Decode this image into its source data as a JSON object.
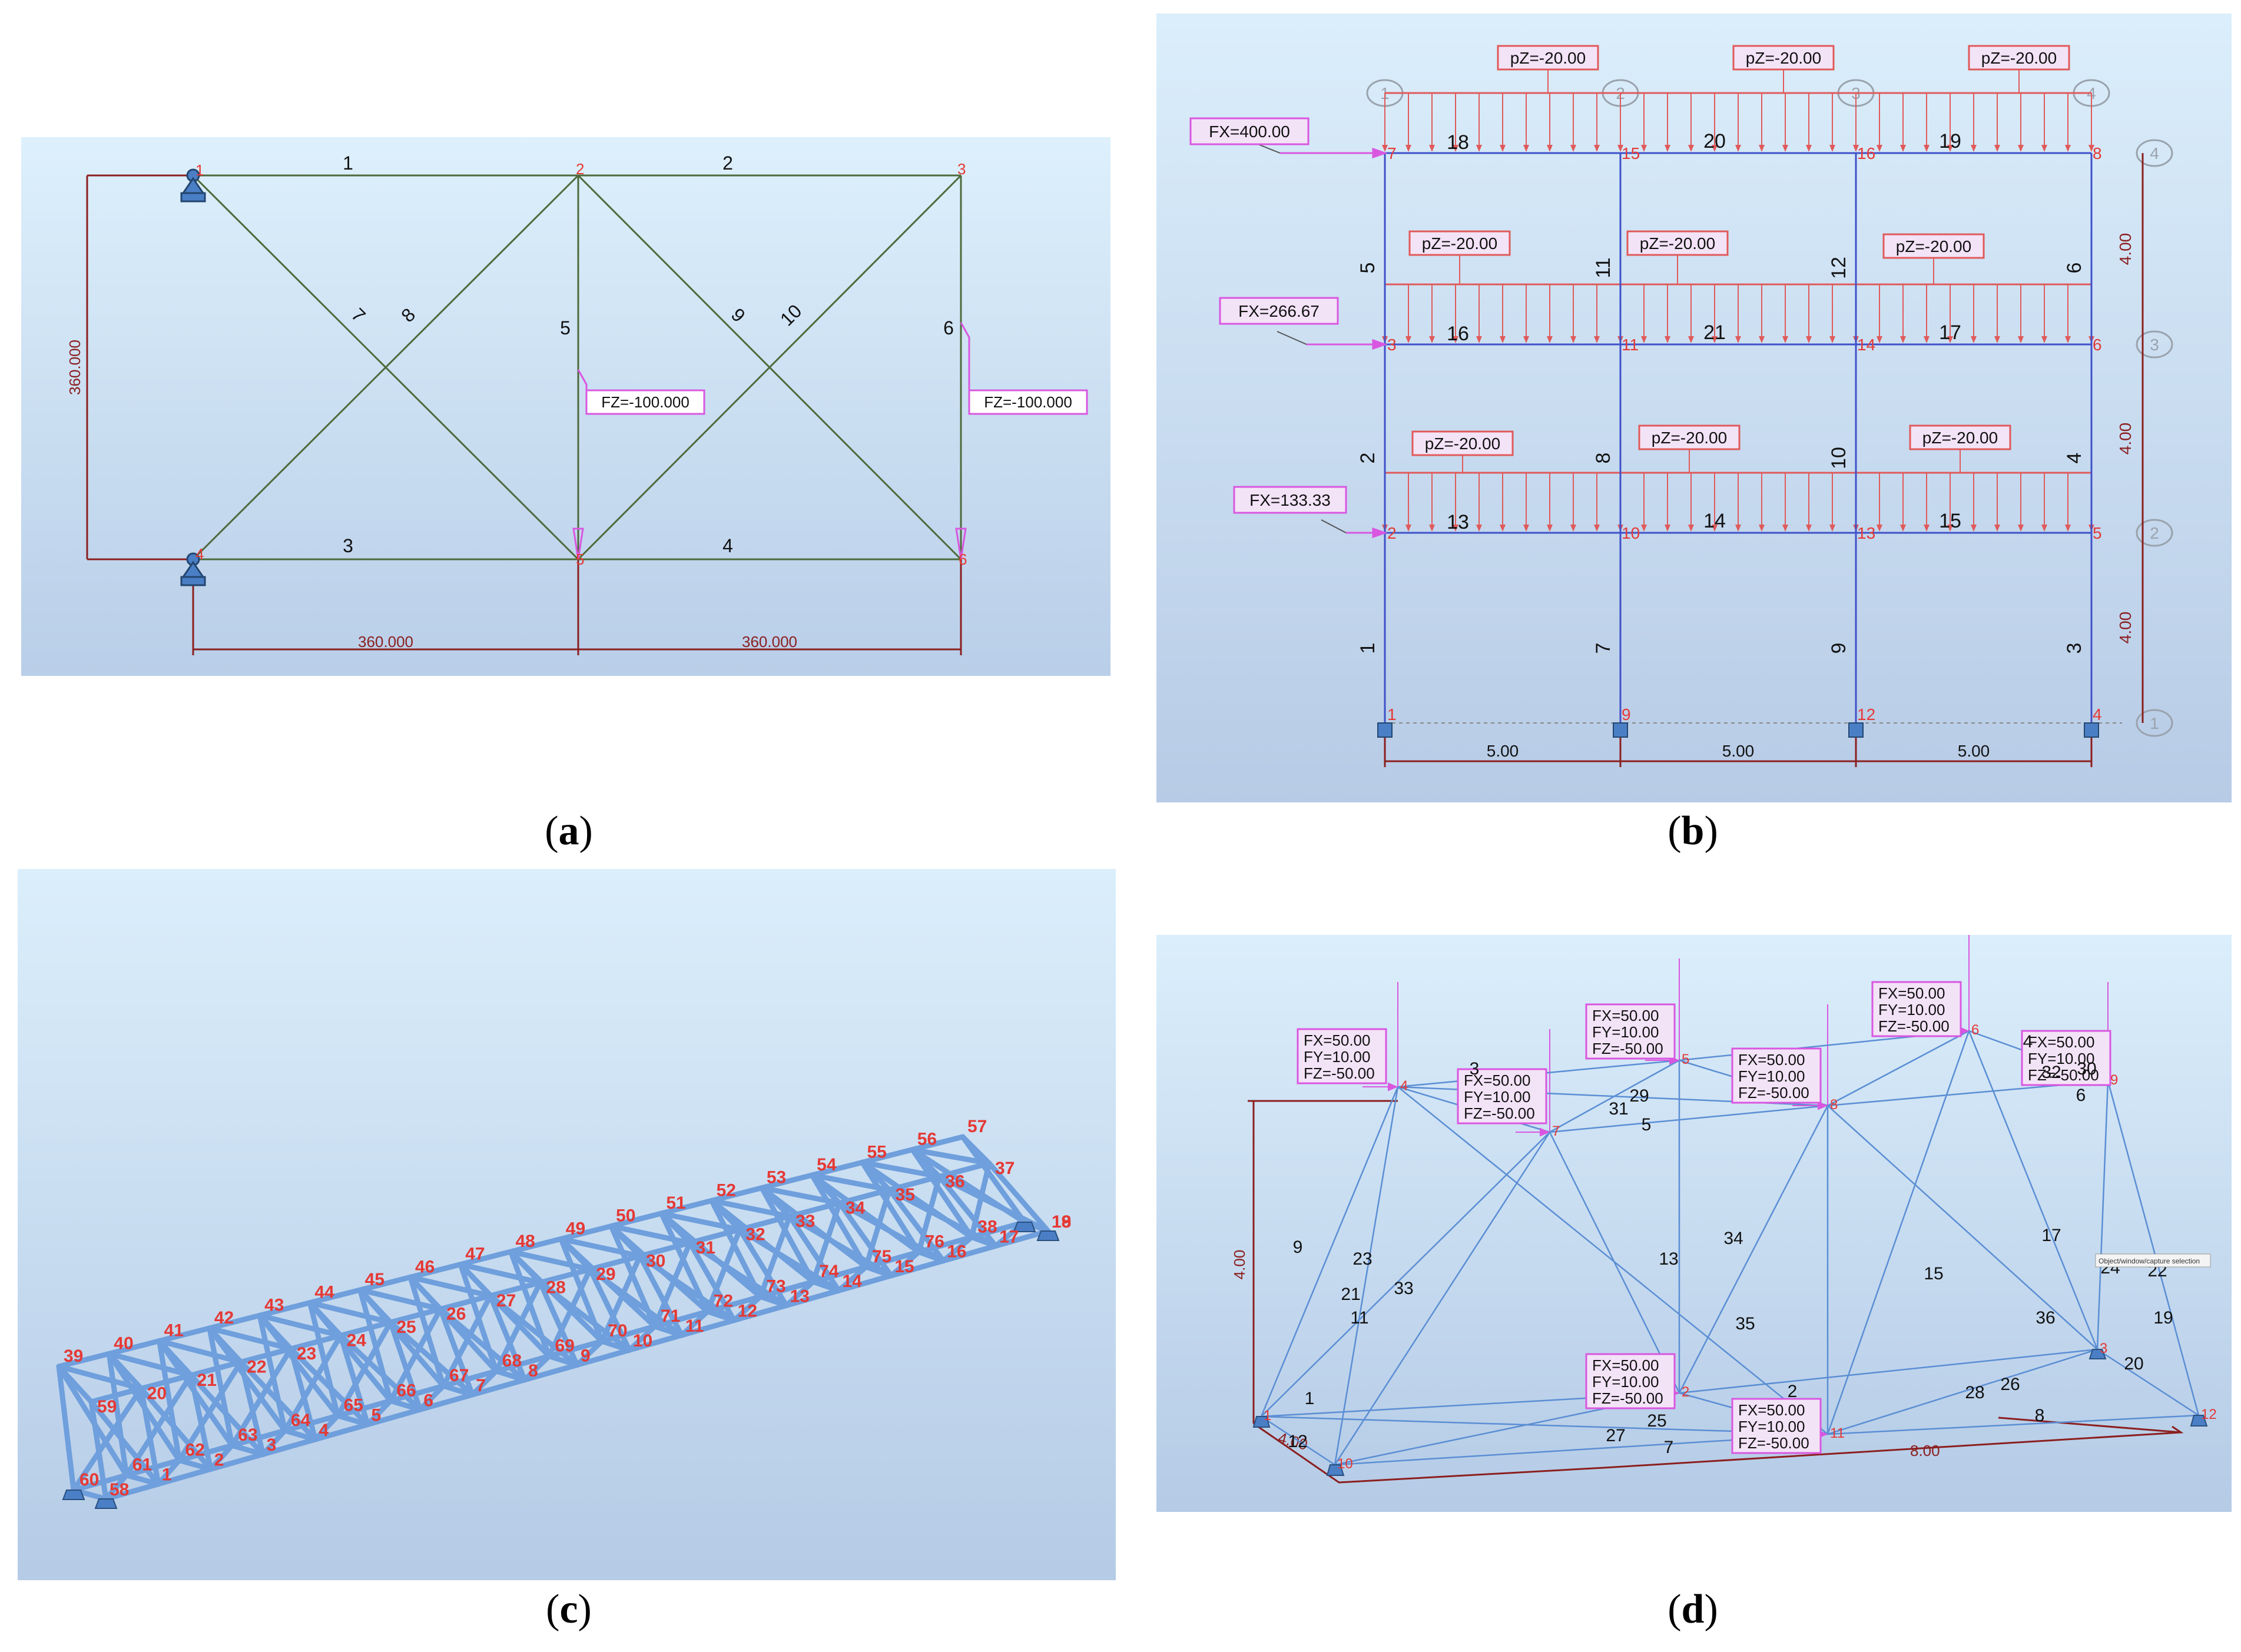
{
  "panels": {
    "a": {
      "caption": "a",
      "member_labels": [
        "1",
        "2",
        "3",
        "4",
        "5",
        "6",
        "7",
        "8",
        "9",
        "10"
      ],
      "node_labels": [
        "1",
        "2",
        "3",
        "4",
        "5",
        "6"
      ],
      "loads": [
        "FZ=-100.000",
        "FZ=-100.000"
      ],
      "dims": {
        "height": "360.000",
        "span1": "360.000",
        "span2": "360.000"
      }
    },
    "b": {
      "caption": "b",
      "grid_top": [
        "1",
        "2",
        "3",
        "4"
      ],
      "grid_right": [
        "4",
        "3",
        "2",
        "1"
      ],
      "dist_loads": [
        "pZ=-20.00",
        "pZ=-20.00",
        "pZ=-20.00",
        "pZ=-20.00",
        "pZ=-20.00",
        "pZ=-20.00",
        "pZ=-20.00",
        "pZ=-20.00",
        "pZ=-20.00"
      ],
      "point_loads": [
        "FX=400.00",
        "FX=266.67",
        "FX=133.33"
      ],
      "beam_labels": [
        "18",
        "20",
        "19",
        "16",
        "21",
        "17",
        "13",
        "14",
        "15"
      ],
      "col_labels": [
        "5",
        "11",
        "12",
        "6",
        "2",
        "8",
        "10",
        "4",
        "1",
        "7",
        "9",
        "3"
      ],
      "node_labels": [
        "7",
        "15",
        "16",
        "8",
        "3",
        "11",
        "14",
        "6",
        "2",
        "10",
        "13",
        "5",
        "1",
        "9",
        "12",
        "4"
      ],
      "dims_v": [
        "4.00",
        "4.00",
        "4.00"
      ],
      "dims_h": [
        "5.00",
        "5.00",
        "5.00"
      ]
    },
    "c": {
      "caption": "c",
      "top_nodes": [
        "39",
        "40",
        "41",
        "42",
        "43",
        "44",
        "45",
        "46",
        "47",
        "48",
        "49",
        "50",
        "51",
        "52",
        "53",
        "54",
        "55",
        "56",
        "57"
      ],
      "mid_nodes": [
        "59",
        "20",
        "21",
        "22",
        "23",
        "24",
        "25",
        "26",
        "27",
        "28",
        "29",
        "30",
        "31",
        "32",
        "33",
        "34",
        "35",
        "36",
        "37"
      ],
      "low_nodes": [
        "60",
        "61",
        "62",
        "63",
        "64",
        "65",
        "66",
        "67",
        "68",
        "69",
        "70",
        "71",
        "72",
        "73",
        "74",
        "75",
        "76",
        "38"
      ],
      "bot_nodes": [
        "58",
        "1",
        "2",
        "3",
        "4",
        "5",
        "6",
        "7",
        "8",
        "9",
        "10",
        "11",
        "12",
        "13",
        "14",
        "15",
        "16",
        "17",
        "18",
        "19"
      ]
    },
    "d": {
      "caption": "d",
      "load_boxes": [
        [
          "FX=50.00",
          "FY=10.00",
          "FZ=-50.00"
        ],
        [
          "FX=50.00",
          "FY=10.00",
          "FZ=-50.00"
        ],
        [
          "FX=50.00",
          "FY=10.00",
          "FZ=-50.00"
        ],
        [
          "FX=50.00",
          "FY=10.00",
          "FZ=-50.00"
        ],
        [
          "FX=50.00",
          "FY=10.00",
          "FZ=-50.00"
        ],
        [
          "FX=50.00",
          "FY=10.00",
          "FZ=-50.00"
        ],
        [
          "FX=50.00",
          "FY=10.00",
          "FZ=-50.00"
        ],
        [
          "FX=50.00",
          "FY=10.00",
          "FZ=-50.00"
        ]
      ],
      "node_labels": [
        "4",
        "7",
        "5",
        "8",
        "6",
        "9",
        "1",
        "10",
        "2",
        "11",
        "3",
        "12"
      ],
      "member_labels": [
        "3",
        "31",
        "29",
        "5",
        "4",
        "32",
        "30",
        "6",
        "9",
        "23",
        "33",
        "21",
        "11",
        "13",
        "34",
        "35",
        "15",
        "17",
        "36",
        "24",
        "22",
        "19",
        "1",
        "25",
        "27",
        "2",
        "28",
        "26",
        "8",
        "20",
        "7",
        "12"
      ],
      "dims": {
        "height": "4.00",
        "w1": "4.00",
        "w2": "8.00"
      },
      "tooltip": "Object/window/capture selection"
    }
  },
  "colors": {
    "bg_top": "#dbeefb",
    "bg_bottom": "#b5cbe6",
    "node_red": "#e53935",
    "load_pink": "#d957e0",
    "dim_red": "#8b1f1f",
    "truss_green": "#4d6b3c",
    "frame_blue": "#3f51c9",
    "member_blue": "#6f9fdc"
  }
}
